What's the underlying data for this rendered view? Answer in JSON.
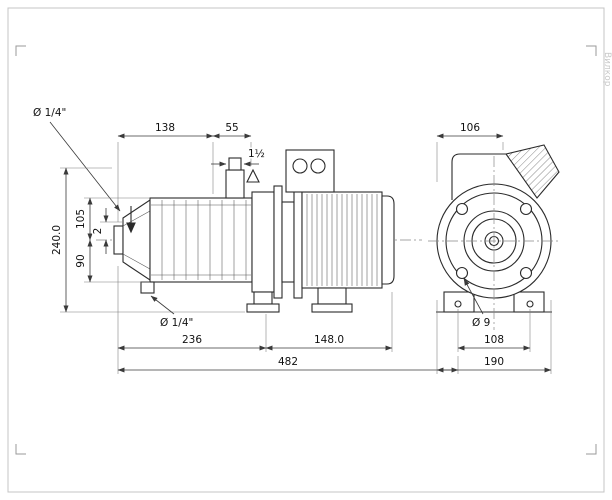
{
  "drawing": {
    "watermark": "Вилкор",
    "side_view": {
      "dim_138": "138",
      "dim_55": "55",
      "dim_port": "1½",
      "plug_top": "Ø 1/4\"",
      "dim_240": "240.0",
      "dim_105": "105",
      "dim_2": "2",
      "dim_90": "90",
      "plug_bottom": "Ø 1/4\"",
      "dim_236": "236",
      "dim_148": "148.0",
      "dim_482": "482"
    },
    "front_view": {
      "dim_106": "106",
      "dim_hole": "Ø 9",
      "dim_108": "108",
      "dim_190": "190"
    }
  }
}
